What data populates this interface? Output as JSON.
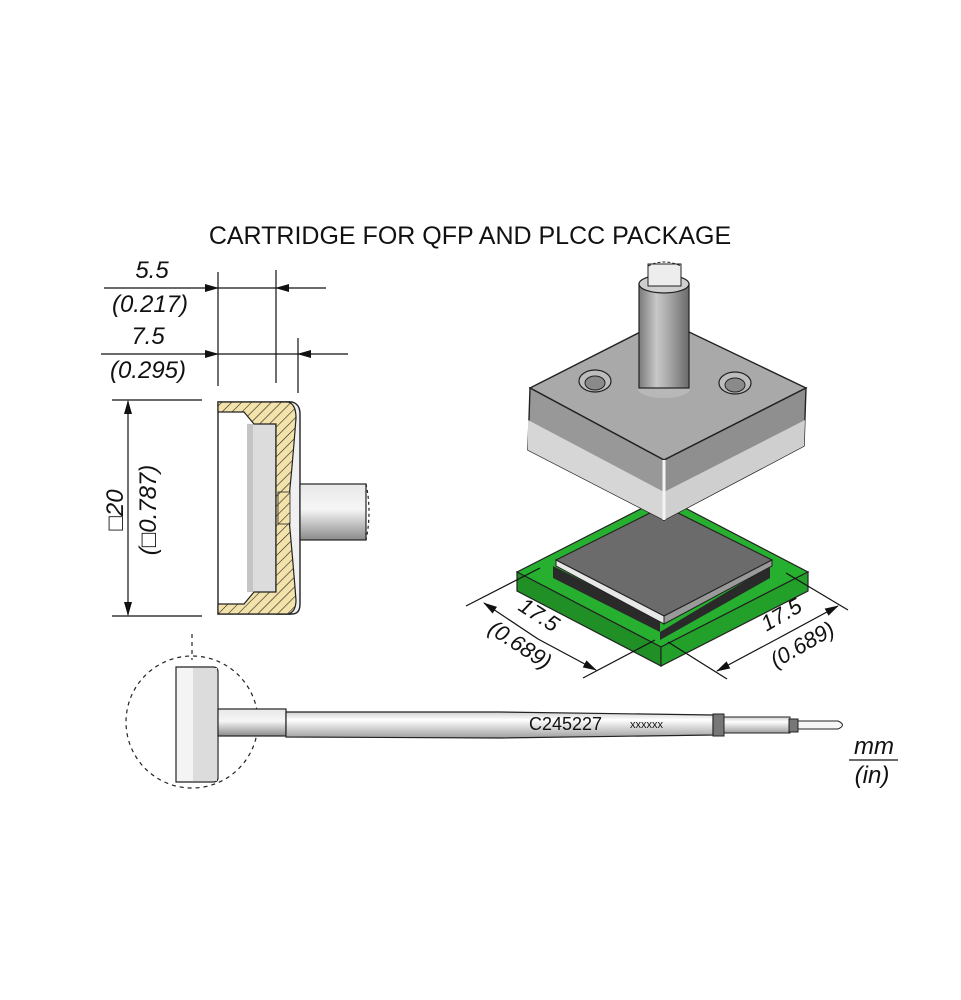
{
  "title": "CARTRIDGE FOR QFP AND PLCC PACKAGE",
  "side_view": {
    "dim_top": {
      "mm": "5.5",
      "in": "(0.217)"
    },
    "dim_second": {
      "mm": "7.5",
      "in": "(0.295)"
    },
    "dim_height": {
      "mm": "□20",
      "in": "(□0.787)"
    }
  },
  "package_view": {
    "dim_left": {
      "mm": "17.5",
      "in": "(0.689)"
    },
    "dim_right": {
      "mm": "17.5",
      "in": "(0.689)"
    }
  },
  "cartridge": {
    "part_number": "C245227",
    "serial_placeholder": "xxxxxx"
  },
  "units": {
    "primary": "mm",
    "secondary": "(in)"
  },
  "colors": {
    "section_hatch_fill": "#f3e2a9",
    "pcb_green": "#22a52a",
    "chip_gray": "#6b6b6b",
    "metal_gray": "#b5b5b5"
  }
}
